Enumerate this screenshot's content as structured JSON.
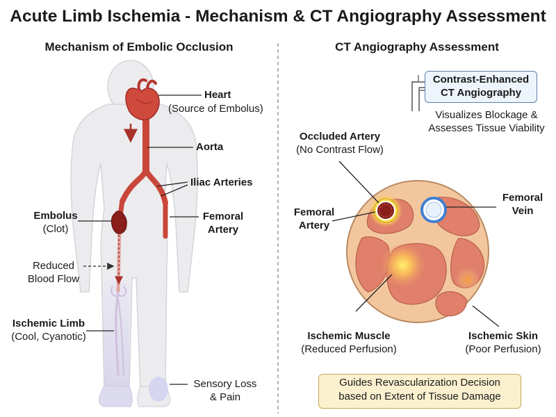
{
  "title": "Acute Limb Ischemia - Mechanism & CT Angiography Assessment",
  "left_panel": {
    "heading": "Mechanism of Embolic Occlusion",
    "labels": {
      "heart": "Heart",
      "heart_sub": "(Source of Embolus)",
      "aorta": "Aorta",
      "iliac": "Iliac Arteries",
      "femoral_line1": "Femoral",
      "femoral_line2": "Artery",
      "embolus": "Embolus",
      "embolus_sub": "(Clot)",
      "reduced_line1": "Reduced",
      "reduced_line2": "Blood Flow",
      "ischemic_limb": "Ischemic Limb",
      "ischemic_limb_sub": "(Cool, Cyanotic)",
      "sensory_line1": "Sensory Loss",
      "sensory_line2": "& Pain"
    }
  },
  "right_panel": {
    "heading": "CT Angiography Assessment",
    "cta_box_line1": "Contrast-Enhanced",
    "cta_box_line2": "CT Angiography",
    "visualizes_line1": "Visualizes Blockage &",
    "visualizes_line2": "Assesses Tissue Viability",
    "occluded": "Occluded Artery",
    "occluded_sub": "(No Contrast Flow)",
    "femoral_artery_line1": "Femoral",
    "femoral_artery_line2": "Artery",
    "femoral_vein_line1": "Femoral",
    "femoral_vein_line2": "Vein",
    "ischemic_muscle": "Ischemic Muscle",
    "ischemic_muscle_sub": "(Reduced Perfusion)",
    "ischemic_skin": "Ischemic Skin",
    "ischemic_skin_sub": "(Poor Perfusion)",
    "guide_line1": "Guides Revascularization Decision",
    "guide_line2": "based on Extent of Tissue Damage"
  },
  "colors": {
    "artery": "#c9473a",
    "artery_dark": "#9e2a22",
    "body_fill": "#ececef",
    "ischemic_tint": "#d9d6ee",
    "muscle": "#e0806a",
    "fat": "#f3c79e",
    "contrast_glow": "#fff176",
    "vein_ring": "#3f7fd0",
    "cta_box_fill": "#eef4fc",
    "guide_box_fill": "#fbf1cf"
  }
}
